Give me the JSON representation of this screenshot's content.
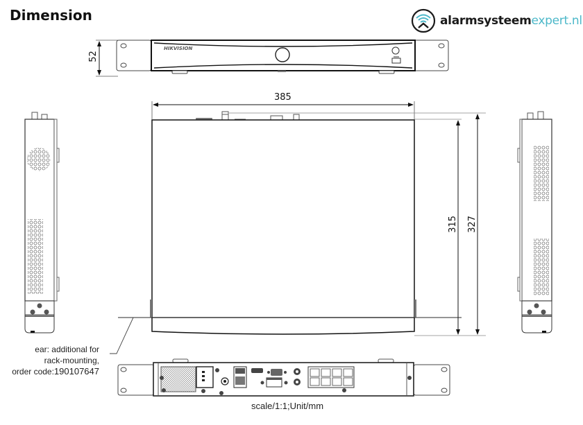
{
  "page": {
    "title": "Dimension"
  },
  "brand": {
    "name_main": "alarmsysteem",
    "name_sub": "expert.nl",
    "icon": "wifi-house-icon",
    "color_main": "#1a1a1a",
    "color_accent": "#4cb8c9"
  },
  "front_view": {
    "logo_text": "HIKVISION",
    "height_label": "52"
  },
  "top_view": {
    "width_label": "385",
    "depth_label": "315",
    "depth_with_ears_label": "327"
  },
  "annotation": {
    "line1": "ear: additional for",
    "line2": "rack-mounting,",
    "line3_prefix": "order code:",
    "line3_code": "190107647"
  },
  "footer": {
    "scale": "scale/1:1;Unit/mm"
  }
}
